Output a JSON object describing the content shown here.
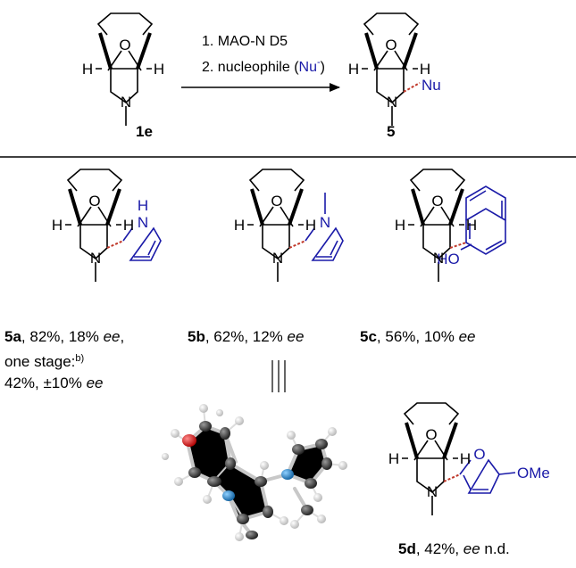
{
  "scheme": {
    "reactant_label": "1e",
    "product_label": "5",
    "step1": "1. MAO-N D5",
    "step2_prefix": "2. nucleophile (",
    "step2_nu": "Nu",
    "step2_charge": "-",
    "step2_suffix": ")",
    "product_nu": "Nu"
  },
  "atoms": {
    "O": "O",
    "N": "N",
    "H": "H",
    "NH": "H",
    "HO": "HO",
    "OMe": "OMe",
    "Nu": "Nu"
  },
  "products": [
    {
      "id": "5a",
      "yield": ", 82%, 18% ",
      "ee": "ee",
      "extra1": "one stage:",
      "extra1_sup": "b)",
      "extra2": "42%, ±10% ",
      "extra2_ee": "ee"
    },
    {
      "id": "5b",
      "yield": ", 62%, 12% ",
      "ee": "ee"
    },
    {
      "id": "5c",
      "yield": ", 56%, 10% ",
      "ee": "ee"
    },
    {
      "id": "5d",
      "yield": ", 42%, ",
      "ee": "ee",
      "suffix": " n.d."
    }
  ],
  "colors": {
    "nucleophile": "#1a1aa8",
    "stereo_bond": "#c0392b",
    "oxygen_atom": "#e01010",
    "nitrogen_atom": "#1f8fd6",
    "carbon_atom": "#3a3a3a",
    "hydrogen_atom": "#d8d8d8"
  }
}
